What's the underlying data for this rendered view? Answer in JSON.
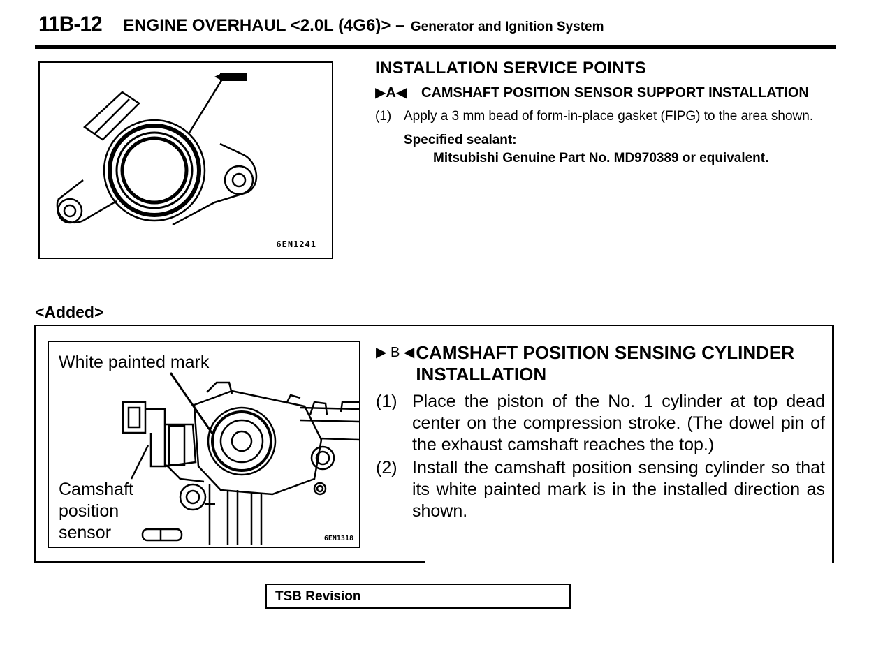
{
  "header": {
    "page_number": "11B-12",
    "title": "ENGINE OVERHAUL <2.0L (4G6)> –",
    "subtitle": "Generator and Ignition System"
  },
  "section1": {
    "heading": "INSTALLATION SERVICE POINTS",
    "subheading_marker": "▶A◀",
    "subheading": "CAMSHAFT POSITION SENSOR SUPPORT INSTALLATION",
    "step_number": "(1)",
    "step_text": "Apply a 3 mm bead of form-in-place gasket (FIPG) to the area shown.",
    "sealant_label": "Specified sealant:",
    "sealant_value": "Mitsubishi Genuine Part No. MD970389 or equivalent.",
    "figure_code": "6EN1241"
  },
  "added_label": "<Added>",
  "section2": {
    "subheading_marker": "▶ B ◀",
    "subheading": "CAMSHAFT POSITION SENSING CYLINDER INSTALLATION",
    "steps": [
      {
        "num": "(1)",
        "text": "Place the piston of the No. 1 cylinder at top dead center on the compression stroke. (The dowel pin of the exhaust camshaft reaches the top.)"
      },
      {
        "num": "(2)",
        "text": "Install the camshaft position sensing cylinder so that its white painted mark is in the installed direction as shown."
      }
    ],
    "figure_labels": {
      "white_mark": "White painted mark",
      "sensor_line1": "Camshaft",
      "sensor_line2": "position",
      "sensor_line3": "sensor"
    },
    "figure_code": "6EN1318"
  },
  "footer": {
    "tsb_label": "TSB Revision"
  }
}
